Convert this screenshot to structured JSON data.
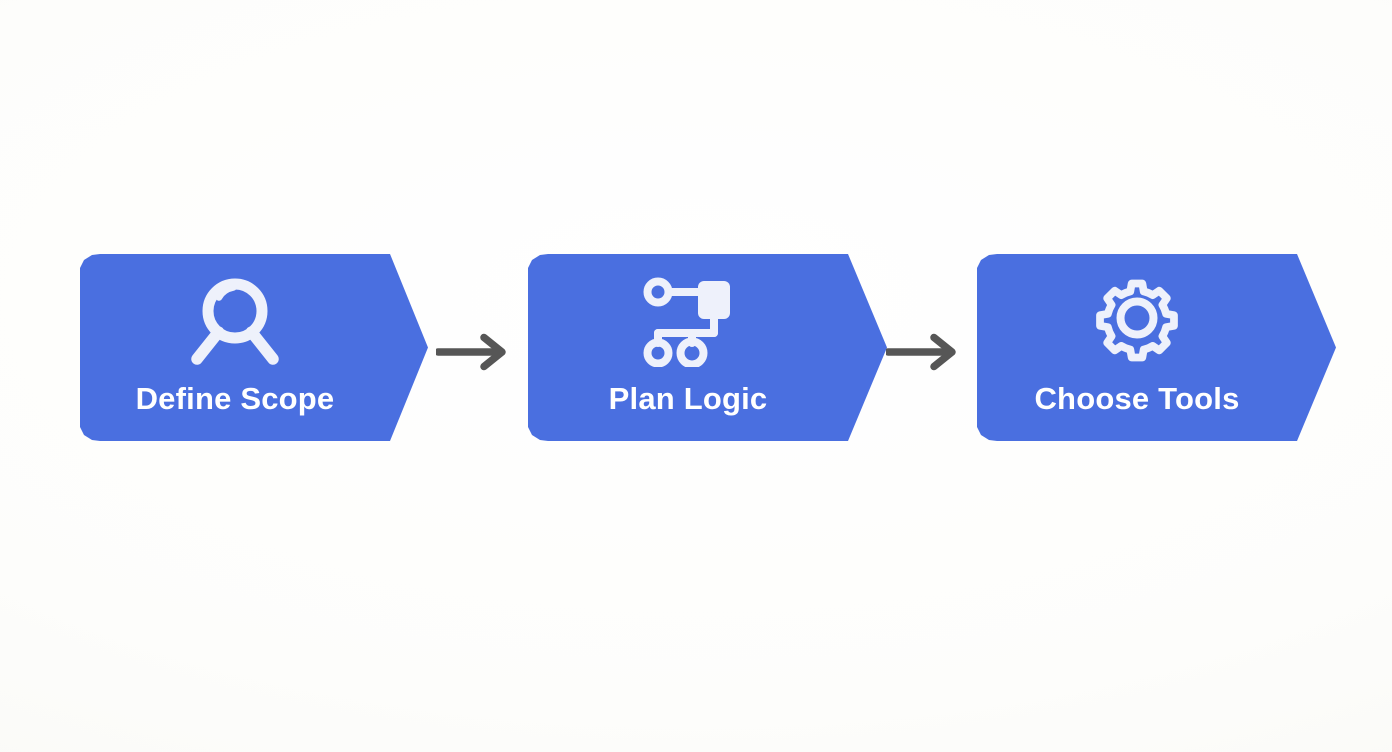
{
  "diagram": {
    "type": "process-flow",
    "orientation": "horizontal",
    "background_color": "#fdfdfb",
    "accent_color": "#4a6fe0",
    "label_color": "#ffffff",
    "connector_color": "#565656",
    "steps": [
      {
        "index": 1,
        "label": "Define Scope",
        "icon": "magnifier-icon",
        "shape": "chevron-start",
        "fill": "#4a6fe0"
      },
      {
        "index": 2,
        "label": "Plan Logic",
        "icon": "flowchart-icon",
        "shape": "chevron-middle",
        "fill": "#4a6fe0"
      },
      {
        "index": 3,
        "label": "Choose Tools",
        "icon": "gear-icon",
        "shape": "chevron-end",
        "fill": "#4a6fe0"
      }
    ],
    "connectors": [
      {
        "index": 1,
        "from": "Define Scope",
        "to": "Plan Logic",
        "icon": "arrow-right-icon"
      },
      {
        "index": 2,
        "from": "Plan Logic",
        "to": "Choose Tools",
        "icon": "arrow-right-icon"
      }
    ]
  }
}
